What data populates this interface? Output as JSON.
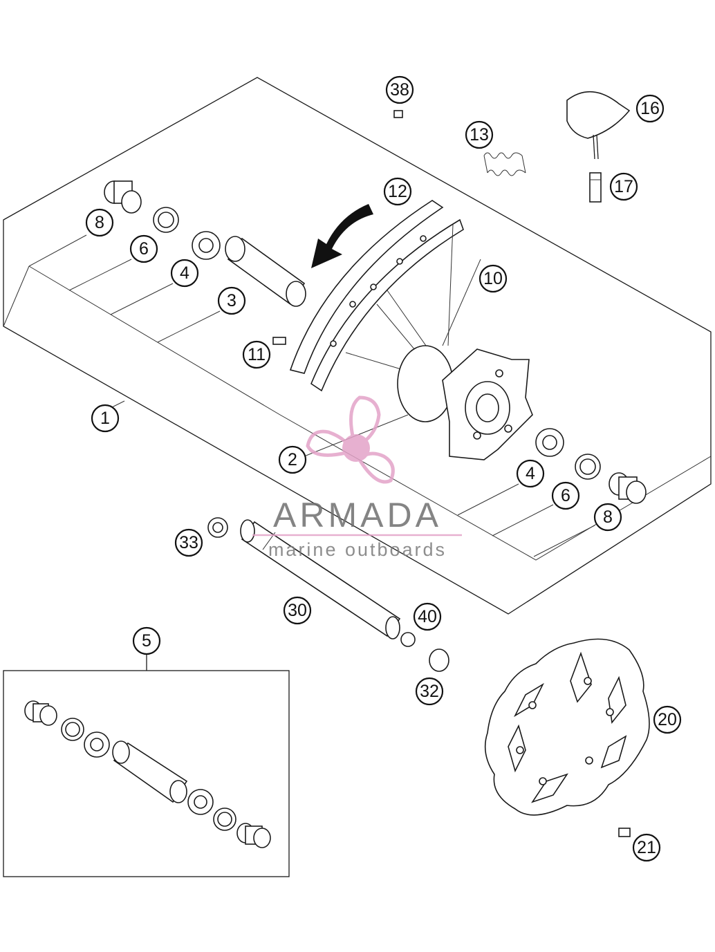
{
  "callouts": [
    {
      "label": "38"
    },
    {
      "label": "16"
    },
    {
      "label": "13"
    },
    {
      "label": "17"
    },
    {
      "label": "12"
    },
    {
      "label": "8"
    },
    {
      "label": "6"
    },
    {
      "label": "4"
    },
    {
      "label": "10"
    },
    {
      "label": "3"
    },
    {
      "label": "11"
    },
    {
      "label": "1"
    },
    {
      "label": "2"
    },
    {
      "label": "4"
    },
    {
      "label": "6"
    },
    {
      "label": "8"
    },
    {
      "label": "33"
    },
    {
      "label": "30"
    },
    {
      "label": "40"
    },
    {
      "label": "5"
    },
    {
      "label": "32"
    },
    {
      "label": "20"
    },
    {
      "label": "21"
    }
  ],
  "watermark": {
    "brand": "ARMADA",
    "tagline": "marine outboards",
    "color": "#e3a3c8"
  }
}
